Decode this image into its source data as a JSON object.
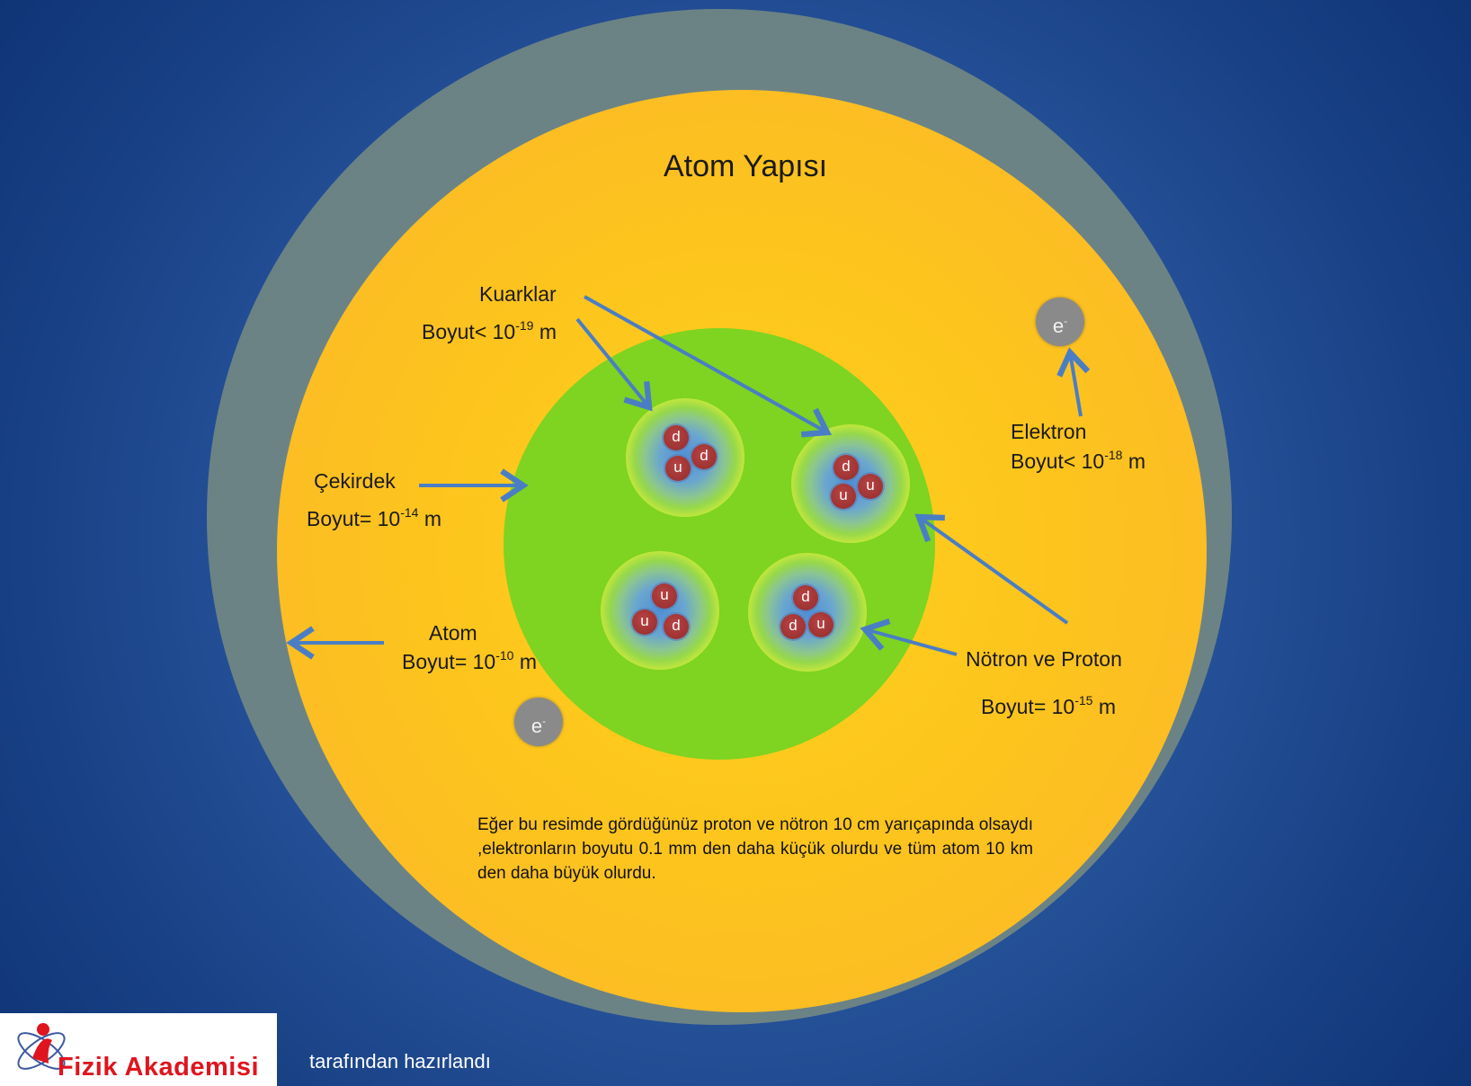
{
  "title": "Atom Yapısı",
  "labels": {
    "quarks": {
      "name": "Kuarklar",
      "size_prefix": "Boyut< 10",
      "exp": "-19",
      "unit": " m"
    },
    "nucleus": {
      "name": "Çekirdek",
      "size_prefix": "Boyut= 10",
      "exp": "-14",
      "unit": " m"
    },
    "atom": {
      "name": "Atom",
      "size_prefix": "Boyut= 10",
      "exp": "-10",
      "unit": " m"
    },
    "electron": {
      "name": "Elektron",
      "size_prefix": "Boyut< 10",
      "exp": "-18",
      "unit": "  m"
    },
    "nucleon": {
      "name": "Nötron ve Proton",
      "size_prefix": "Boyut= 10",
      "exp": "-15",
      "unit": " m"
    }
  },
  "electron_symbol": {
    "base": "e",
    "sup": "-"
  },
  "nucleons": [
    {
      "quarks": [
        "d",
        "d",
        "u"
      ]
    },
    {
      "quarks": [
        "d",
        "u",
        "u"
      ]
    },
    {
      "quarks": [
        "u",
        "u",
        "d"
      ]
    },
    {
      "quarks": [
        "d",
        "d",
        "u"
      ]
    }
  ],
  "note": "Eğer bu resimde gördüğünüz proton ve nötron 10 cm yarıçapında olsaydı ,elektronların boyutu 0.1 mm den daha küçük olurdu ve tüm atom 10 km den daha büyük   olurdu.",
  "logo_text": "Fizik Akademisi",
  "credit": "tarafından hazırlandı",
  "colors": {
    "background": "#1f4b93",
    "atom": "#fbba26",
    "nucleus": "#7ed420",
    "quark": "#9e3232",
    "electron": "#8a8a8a",
    "arrow": "#4a7ec4",
    "logo_red": "#e0141e"
  }
}
